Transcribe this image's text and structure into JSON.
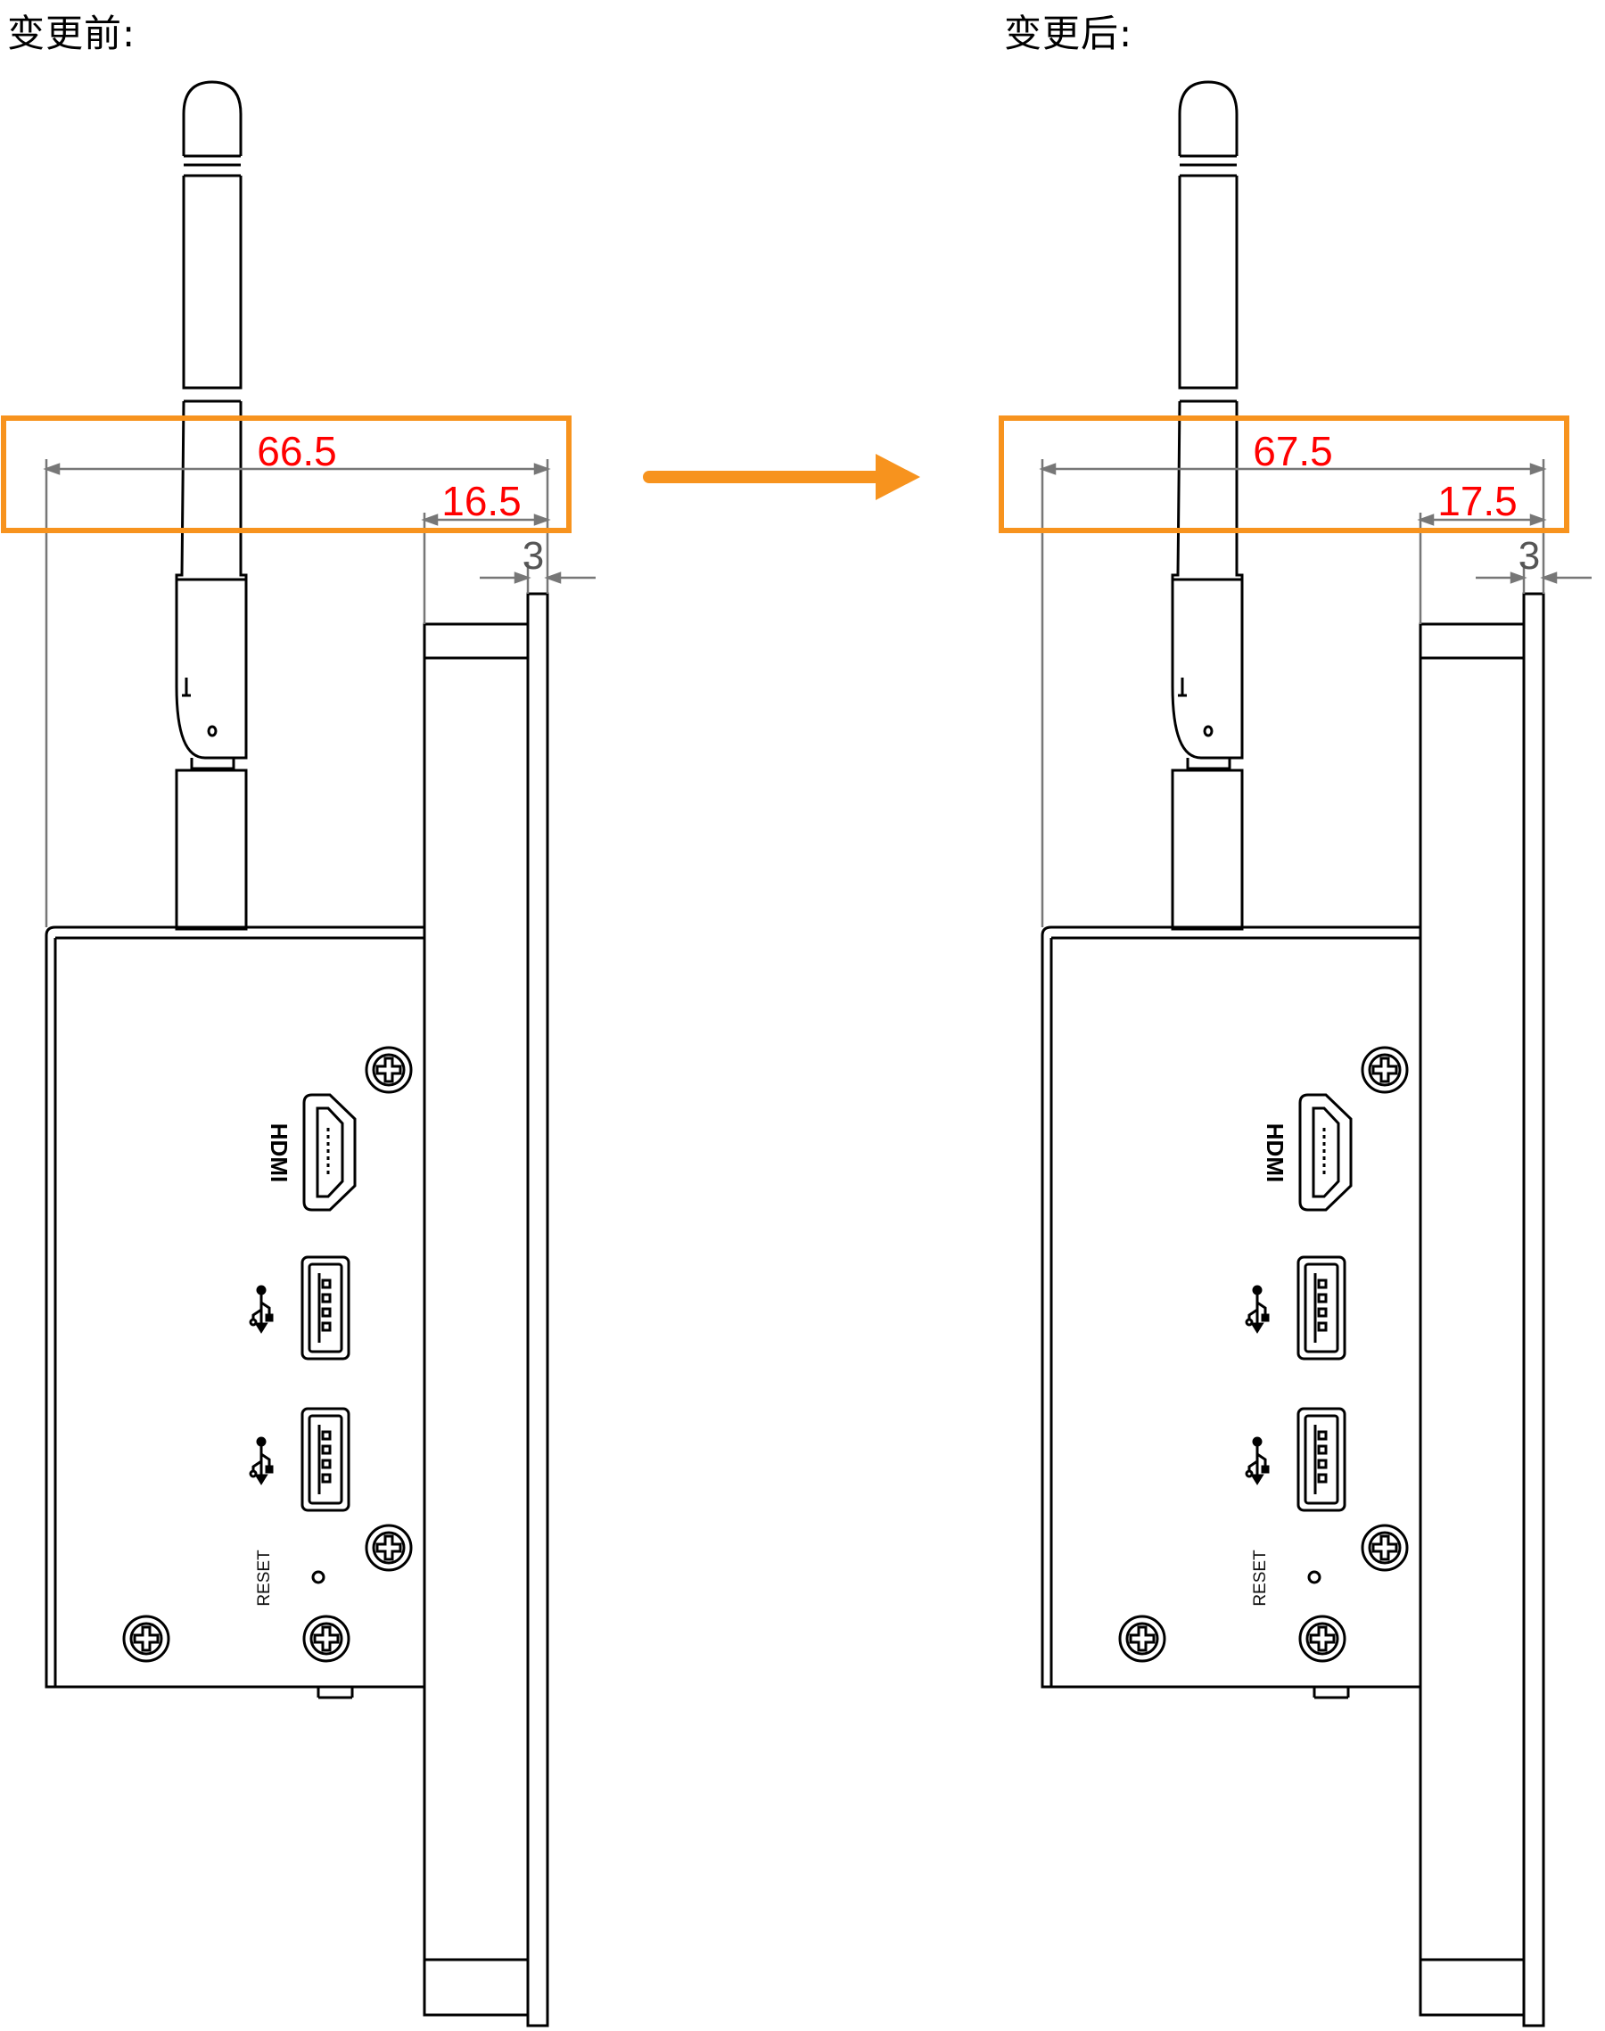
{
  "headings": {
    "before": "变更前:",
    "after": "变更后:"
  },
  "before": {
    "overall_dim": "66.5",
    "offset_dim": "16.5",
    "bezel_dim": "3"
  },
  "after": {
    "overall_dim": "67.5",
    "offset_dim": "17.5",
    "bezel_dim": "3"
  },
  "labels": {
    "hdmi": "HDMI",
    "reset": "RESET"
  },
  "icons": {
    "usb": "usb-icon",
    "screw": "screw-icon",
    "arrow": "right-arrow-icon",
    "antenna": "antenna-icon"
  },
  "colors": {
    "highlight": "#f7931e",
    "dimension_red": "#ff0000",
    "dimension_gray": "#777777",
    "line": "#000000"
  }
}
